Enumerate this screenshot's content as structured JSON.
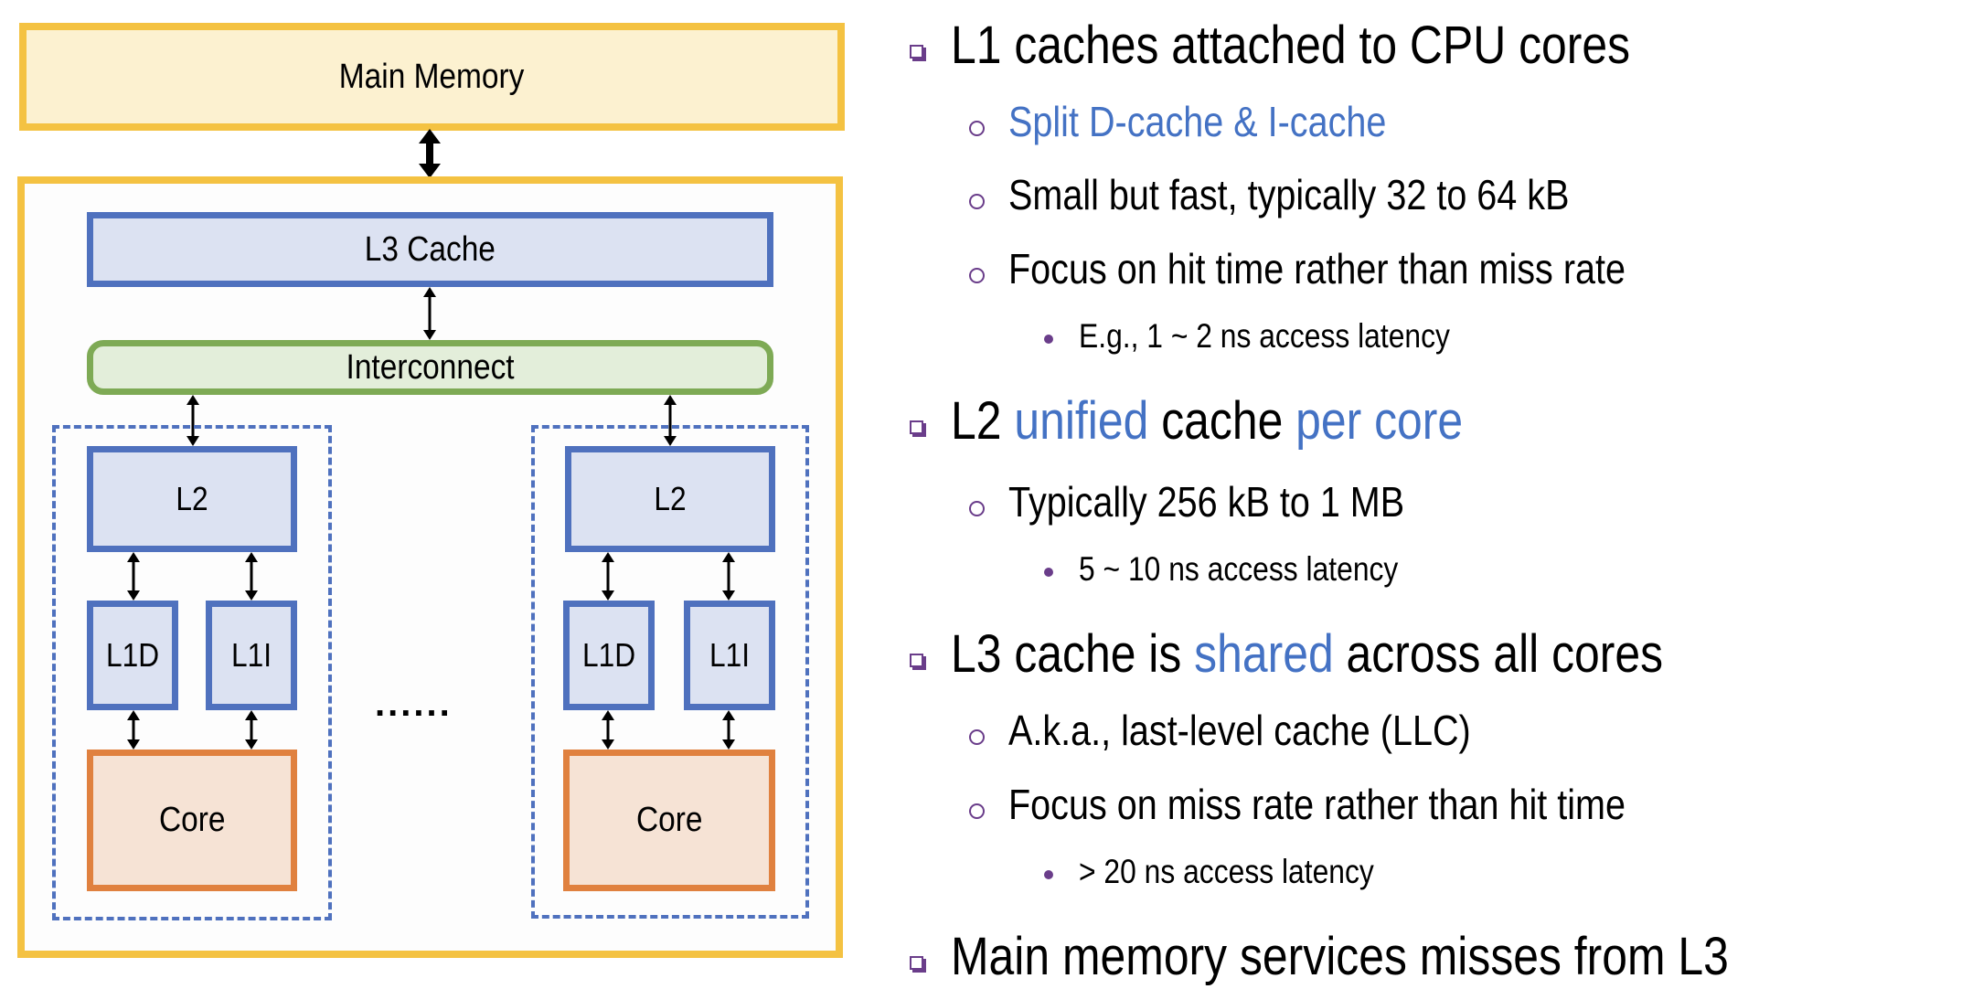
{
  "diagram": {
    "main_memory": "Main Memory",
    "l3_cache": "L3 Cache",
    "interconnect": "Interconnect",
    "cores": [
      {
        "l2": "L2",
        "l1d": "L1D",
        "l1i": "L1I",
        "core": "Core"
      },
      {
        "l2": "L2",
        "l1d": "L1D",
        "l1i": "L1I",
        "core": "Core"
      }
    ],
    "ellipsis": "......",
    "colors": {
      "memory_border": "#f4c242",
      "memory_fill": "#fcf1d0",
      "cache_border": "#4f71be",
      "cache_fill": "#dce2f2",
      "interconnect_border": "#7eaa55",
      "interconnect_fill": "#e3eeda",
      "core_border": "#e0813f",
      "core_fill": "#f6e3d5"
    }
  },
  "bullets": [
    {
      "level": 1,
      "parts": [
        {
          "text": "L1 caches attached to CPU cores"
        }
      ]
    },
    {
      "level": 2,
      "parts": [
        {
          "text": "Split D-cache & I-cache",
          "highlight": true
        }
      ]
    },
    {
      "level": 2,
      "parts": [
        {
          "text": "Small but fast, typically 32 to 64 kB"
        }
      ]
    },
    {
      "level": 2,
      "parts": [
        {
          "text": "Focus on hit time rather than miss rate"
        }
      ]
    },
    {
      "level": 3,
      "parts": [
        {
          "text": "E.g., 1 ~ 2 ns access latency"
        }
      ]
    },
    {
      "level": 1,
      "parts": [
        {
          "text": "L2 "
        },
        {
          "text": "unified",
          "highlight": true
        },
        {
          "text": " cache "
        },
        {
          "text": "per core",
          "highlight": true
        }
      ]
    },
    {
      "level": 2,
      "parts": [
        {
          "text": "Typically 256 kB to 1 MB"
        }
      ]
    },
    {
      "level": 3,
      "parts": [
        {
          "text": "5 ~ 10 ns access latency"
        }
      ]
    },
    {
      "level": 1,
      "parts": [
        {
          "text": "L3 cache is "
        },
        {
          "text": "shared",
          "highlight": true
        },
        {
          "text": " across all cores"
        }
      ]
    },
    {
      "level": 2,
      "parts": [
        {
          "text": "A.k.a., last-level cache (LLC)"
        }
      ]
    },
    {
      "level": 2,
      "parts": [
        {
          "text": "Focus on miss rate rather than hit time"
        }
      ]
    },
    {
      "level": 3,
      "parts": [
        {
          "text": "> 20 ns access latency"
        }
      ]
    },
    {
      "level": 1,
      "parts": [
        {
          "text": "Main memory services misses from L3"
        }
      ]
    }
  ],
  "accent_color": "#4472c4",
  "bullet_color": "#6a3d8a"
}
